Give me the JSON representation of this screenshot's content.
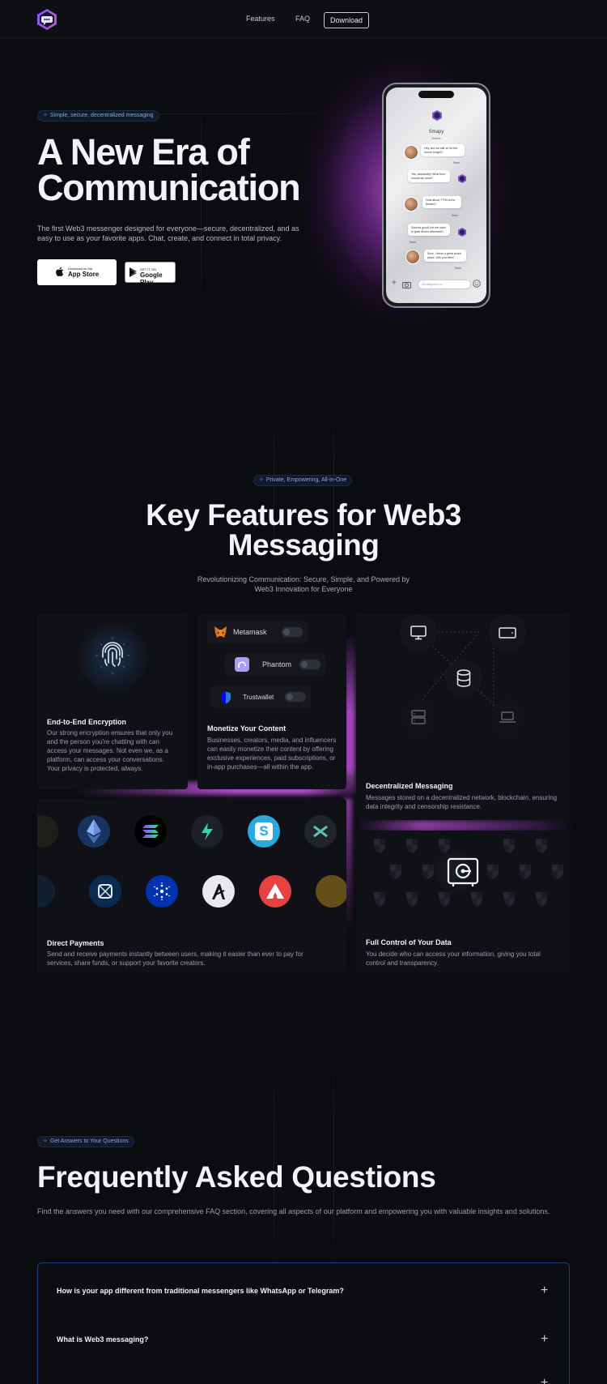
{
  "nav": {
    "links": [
      "Features",
      "FAQ"
    ],
    "download_label": "Download"
  },
  "hero": {
    "badge": "Simple, secure, decentralized messaging",
    "title_line1": "A New Era of",
    "title_line2": "Communication",
    "subtitle": "The first Web3 messenger designed for everyone—secure, decentralized, and as easy to use as your favorite apps. Chat, create, and connect in total privacy.",
    "appstore_small": "Download on the",
    "appstore_big": "App Store",
    "googleplay_small": "GET IT ON",
    "googleplay_big": "Google Play"
  },
  "phone": {
    "contact_name": "Smapy",
    "contact_status": "Online",
    "messages": [
      {
        "text": "Hey, are we still on for the movie tonight?",
        "side": "left"
      },
      {
        "text": "Yes, absolutely! What time should we meet?",
        "side": "right"
      },
      {
        "text": "How about 7 PM at the theater?",
        "side": "left"
      },
      {
        "text": "Sounds good! Let me want to grab dinner afterward?",
        "side": "right"
      },
      {
        "text": "Sure, I know a great pizza place. See you then!",
        "side": "left"
      }
    ],
    "seen_label": "Seen",
    "input_placeholder": "@nullsgreets:io"
  },
  "features": {
    "badge": "Private, Empowering, All-in-One",
    "title_line1": "Key Features for Web3",
    "title_line2": "Messaging",
    "subtitle": "Revolutionizing Communication: Secure, Simple, and Powered by Web3 Innovation for Everyone",
    "cards": {
      "encryption": {
        "title": "End-to-End Encryption",
        "desc": "Our strong encryption ensures that only you and the person you're chatting with can access your messages. Not even we, as a platform, can access your conversations. Your privacy is protected, always."
      },
      "monetize": {
        "title": "Monetize Your Content",
        "desc": "Businesses, creators, media, and influencers can easily monetize their content by offering exclusive experiences, paid subscriptions, or in-app purchases—all within the app.",
        "wallets": [
          "Metamask",
          "Phantom",
          "Trustwallet"
        ]
      },
      "decentralized": {
        "title": "Decentralized Messaging",
        "desc": "Messages stored on a decentralized network, blockchain, ensuring data integrity and censorship resistance."
      },
      "payments": {
        "title": "Direct Payments",
        "desc": "Send and receive payments instantly between users, making it easier than ever to pay for services, share funds, or support your favorite creators."
      },
      "control": {
        "title": "Full Control of Your Data",
        "desc": "You decide who can access your information, giving you total control and transparency."
      }
    }
  },
  "faq": {
    "badge": "Get Answers to Your Questions",
    "title": "Frequently Asked Questions",
    "subtitle": "Find the answers you need with our comprehensive FAQ section, covering all aspects of our platform and empowering you with valuable insights and solutions.",
    "questions": [
      "How is your app different from traditional messengers like WhatsApp or Telegram?",
      "What is Web3 messaging?"
    ]
  },
  "colors": {
    "background": "#0b0c10",
    "accent_purple": "#b04fd6",
    "badge_text": "#86a6e0",
    "faq_border": "#1f3e7a"
  }
}
